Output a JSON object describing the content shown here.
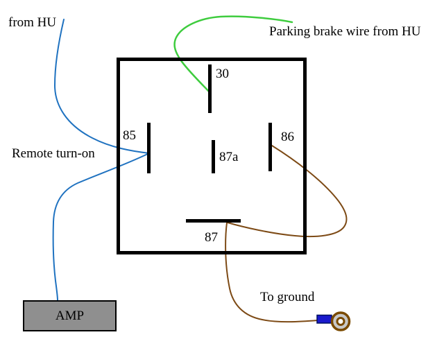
{
  "diagram": {
    "type": "relay wiring diagram",
    "background": "#ffffff"
  },
  "labels": {
    "from_hu": "from HU",
    "parking_brake": "Parking brake wire from HU",
    "remote_turn_on": "Remote turn-on",
    "to_ground": "To ground"
  },
  "relay": {
    "pins": [
      {
        "id": "pin-30",
        "label": "30"
      },
      {
        "id": "pin-85",
        "label": "85"
      },
      {
        "id": "pin-87a",
        "label": "87a"
      },
      {
        "id": "pin-86",
        "label": "86"
      },
      {
        "id": "pin-87",
        "label": "87"
      }
    ]
  },
  "amp": {
    "label": "AMP",
    "fill": "#8f8f8f"
  },
  "colors": {
    "remote_turn_on_wire": "#1f72c0",
    "parking_brake_wire": "#3ecc3e",
    "ground_wire": "#7d4a15",
    "outline": "#000000",
    "terminal_crimp_fill": "#1a1acd",
    "terminal_crimp_edge": "#001060",
    "terminal_ring_fill": "#c8c8c8",
    "terminal_ring_outline": "#7a4a00",
    "terminal_hole_fill": "#ffffff"
  }
}
